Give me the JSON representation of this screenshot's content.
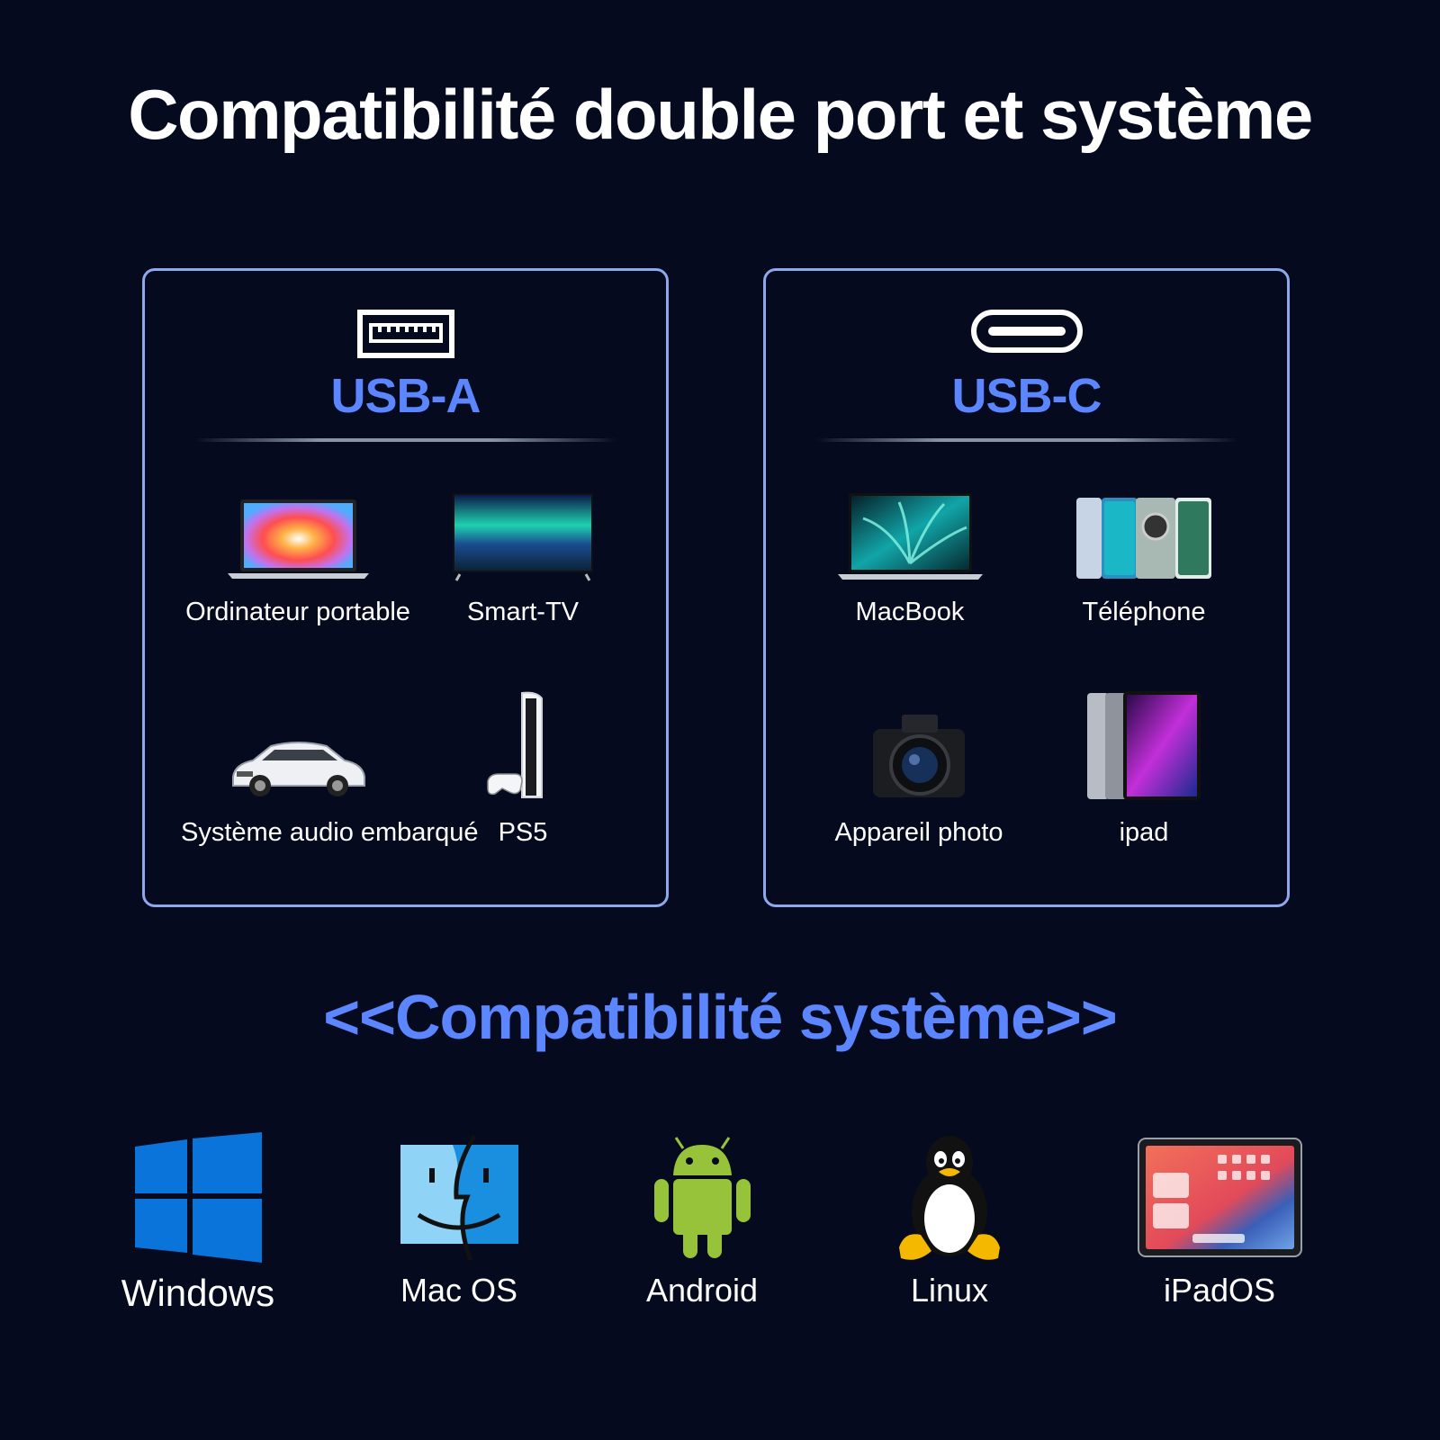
{
  "title": "Compatibilité double port et système",
  "ports": [
    {
      "label": "USB-A",
      "icon": "usb-a-port-icon",
      "devices": [
        {
          "label": "Ordinateur portable",
          "icon": "laptop-icon"
        },
        {
          "label": "Smart-TV",
          "icon": "tv-icon"
        },
        {
          "label": "Système audio embarqué",
          "icon": "car-icon"
        },
        {
          "label": "PS5",
          "icon": "ps5-icon"
        }
      ]
    },
    {
      "label": "USB-C",
      "icon": "usb-c-port-icon",
      "devices": [
        {
          "label": "MacBook",
          "icon": "macbook-icon"
        },
        {
          "label": "Téléphone",
          "icon": "phones-icon"
        },
        {
          "label": "Appareil photo",
          "icon": "camera-icon"
        },
        {
          "label": "ipad",
          "icon": "ipad-icon"
        }
      ]
    }
  ],
  "system_title": "<<Compatibilité système>>",
  "systems": [
    {
      "label": "Windows",
      "icon": "windows-logo-icon"
    },
    {
      "label": "Mac OS",
      "icon": "macos-finder-icon"
    },
    {
      "label": "Android",
      "icon": "android-robot-icon"
    },
    {
      "label": "Linux",
      "icon": "linux-penguin-icon"
    },
    {
      "label": "iPadOS",
      "icon": "ipados-tablet-icon"
    }
  ],
  "colors": {
    "background": "#050a1f",
    "accent": "#5b86ff",
    "box_border": "#8fa8ec",
    "text": "#ffffff"
  }
}
